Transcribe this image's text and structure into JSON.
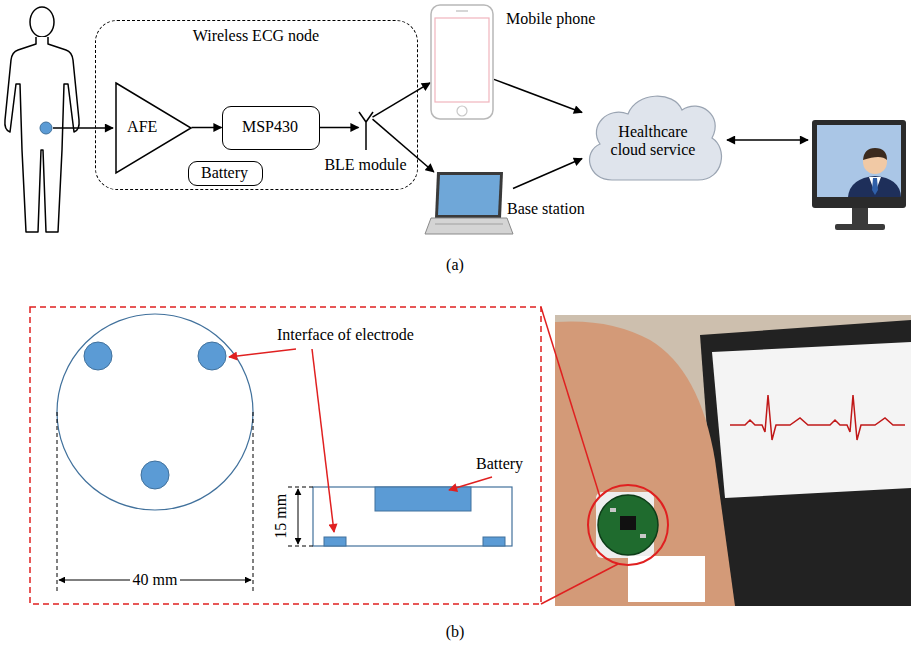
{
  "diagram": {
    "nodes": [
      {
        "text": [
          "Wireless ECG node"
        ]
      },
      {
        "text": [
          "AFE"
        ],
        "in": 0
      },
      {
        "text": [
          "MSP430"
        ],
        "in": 0
      },
      {
        "text": [
          "BLE module"
        ],
        "in": 0
      },
      {
        "text": [
          "Battery"
        ],
        "in": 0
      },
      {
        "text": [
          "Mobile phone"
        ]
      },
      {
        "text": [
          "Base station"
        ]
      },
      {
        "text": [
          "Healthcare cloud service"
        ]
      }
    ],
    "edges": [
      {
        "from": 1,
        "to": 2,
        "arrow": "to"
      },
      {
        "from": 2,
        "to": 3,
        "arrow": "to"
      },
      {
        "from": 3,
        "to": 5,
        "arrow": "to"
      },
      {
        "from": 3,
        "to": 6,
        "arrow": "to"
      },
      {
        "from": 5,
        "to": 7,
        "arrow": "to"
      },
      {
        "from": 6,
        "to": 7,
        "arrow": "to"
      }
    ],
    "labels": [
      "(a)",
      "Interface of electrode",
      "Battery",
      "15 mm",
      "40 mm",
      "(b)"
    ]
  }
}
